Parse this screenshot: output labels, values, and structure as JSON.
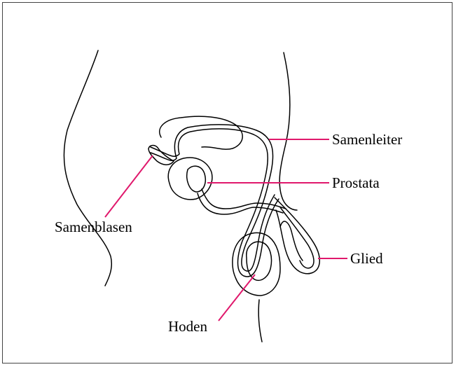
{
  "labels": {
    "samenleiter": "Samenleiter",
    "prostata": "Prostata",
    "samenblasen": "Samenblasen",
    "glied": "Glied",
    "hoden": "Hoden"
  },
  "colors": {
    "leader_line": "#e0186c",
    "outline": "#000000",
    "frame": "#444444"
  }
}
